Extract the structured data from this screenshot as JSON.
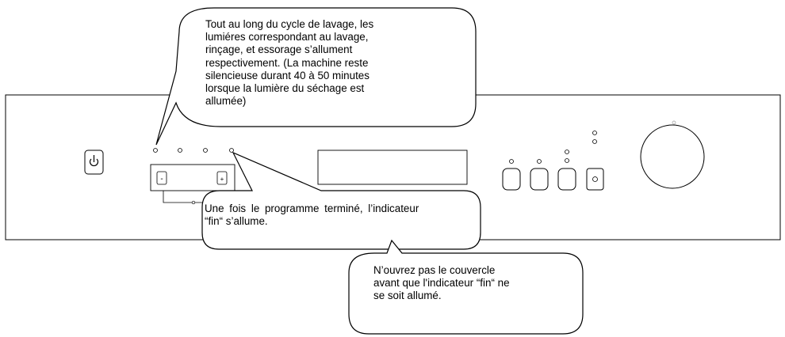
{
  "callouts": {
    "cycle_lights": {
      "lines": [
        "Tout au long du cycle de lavage, les",
        "lumiéres correspondant au lavage,",
        "rinçage, et essorage s’allument",
        "respectivement. (La machine reste",
        "silencieuse durant 40 à 50 minutes",
        "lorsque la lumière du séchage est",
        "allumée)"
      ]
    },
    "end_indicator": {
      "lines": [
        "Une fois le programme terminé, l’indicateur",
        "“fin“  s’allume."
      ]
    },
    "lid_warning": {
      "lines": [
        "N’ouvrez pas le couvercle",
        "avant que l'indicateur “fin“ ne",
        "se soit allumé."
      ]
    }
  },
  "panel": {
    "minus_label": "-",
    "plus_label": "+"
  },
  "icons": {
    "power": "power-icon",
    "knob": "program-knob"
  }
}
